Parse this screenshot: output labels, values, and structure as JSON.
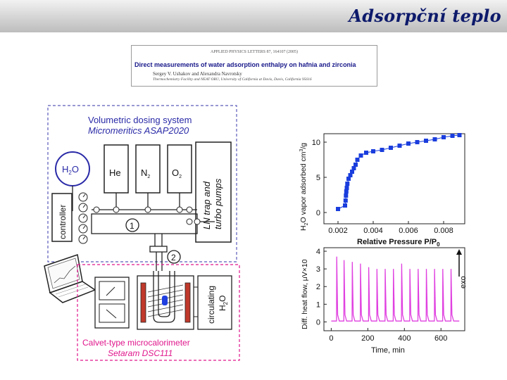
{
  "slide": {
    "title": "Adsorpční teplo"
  },
  "paper": {
    "journal": "APPLIED PHYSICS LETTERS 87, 164107 (2005)",
    "title": "Direct measurements of water adsorption enthalpy on hafnia and zirconia",
    "authors": "Sergey V. Ushakov and Alexandra Navrotsky",
    "affiliation": "Thermochemistry Facility and NEAT ORU, University of California at Davis, Davis, California 95616"
  },
  "diagram": {
    "dosing_title": "Volumetric dosing system",
    "dosing_model": "Micromeritics ASAP2020",
    "h2o": "H",
    "h2o_sub": "2",
    "h2o_tail": "O",
    "gas_he": "He",
    "gas_n": "N",
    "gas_n_sub": "2",
    "gas_o": "O",
    "gas_o_sub": "2",
    "pump_line1": "LN trap  and",
    "pump_line2": "turbo pumps",
    "controller": "controller",
    "marker1": "1",
    "marker2": "2",
    "circ_line1": "circulating",
    "circ_line2": "H",
    "circ_sub": "2",
    "circ_tail": "O",
    "calo_title": "Calvet-type microcalorimeter",
    "calo_model": "Setaram DSC111",
    "colors": {
      "blue_label": "#2a2aa8",
      "magenta_label": "#e0168c",
      "heater": "#c0392b",
      "sample": "#1f3fe0"
    }
  },
  "chart_data": [
    {
      "type": "scatter",
      "xlabel": "Relative Pressure P/P",
      "xlabel_sub": "0",
      "ylabel": "H",
      "ylabel_sub": "2",
      "ylabel_tail": "O vapor adsorbed cm",
      "ylabel_sup": "3",
      "ylabel_end": "/g",
      "xlim": [
        0.0012,
        0.0092
      ],
      "ylim": [
        -1.6,
        11.2
      ],
      "xticks": [
        0.002,
        0.004,
        0.006,
        0.008
      ],
      "xtick_labels": [
        "0.002",
        "0.004",
        "0.006",
        "0.008"
      ],
      "yticks": [
        0,
        5,
        10
      ],
      "ytick_labels": [
        "0",
        "5",
        "10"
      ],
      "color": "#1a3ddd",
      "x": [
        0.002,
        0.0024,
        0.00243,
        0.00245,
        0.00247,
        0.0025,
        0.00253,
        0.0026,
        0.0027,
        0.0028,
        0.0029,
        0.003,
        0.0031,
        0.0033,
        0.0036,
        0.004,
        0.0045,
        0.005,
        0.0055,
        0.006,
        0.0065,
        0.007,
        0.0075,
        0.008,
        0.0085,
        0.0089
      ],
      "y": [
        0.5,
        1.0,
        1.7,
        2.4,
        3.0,
        3.5,
        4.1,
        4.8,
        5.3,
        5.8,
        6.3,
        6.8,
        7.5,
        8.1,
        8.5,
        8.7,
        8.9,
        9.2,
        9.5,
        9.8,
        10.0,
        10.2,
        10.4,
        10.7,
        10.9,
        11.0
      ],
      "grid": false
    },
    {
      "type": "line",
      "xlabel": "Time, min",
      "ylabel": "Diff. heat flow, μV×10",
      "annotation": "exo",
      "xlim": [
        -40,
        730
      ],
      "ylim": [
        -0.5,
        4.2
      ],
      "xticks": [
        0,
        200,
        400,
        600
      ],
      "xtick_labels": [
        "0",
        "200",
        "400",
        "600"
      ],
      "yticks": [
        0,
        1,
        2,
        3,
        4
      ],
      "ytick_labels": [
        "0",
        "1",
        "2",
        "3",
        "4"
      ],
      "color": "#e040e0",
      "peaks_x": [
        30,
        70,
        115,
        160,
        205,
        250,
        295,
        340,
        385,
        430,
        475,
        520,
        565,
        610,
        655
      ],
      "peaks_y": [
        3.7,
        3.5,
        3.4,
        3.3,
        3.1,
        3.0,
        3.0,
        3.0,
        3.3,
        3.0,
        3.0,
        3.0,
        3.0,
        3.0,
        3.0
      ],
      "baseline": 0.05,
      "grid": false
    }
  ]
}
